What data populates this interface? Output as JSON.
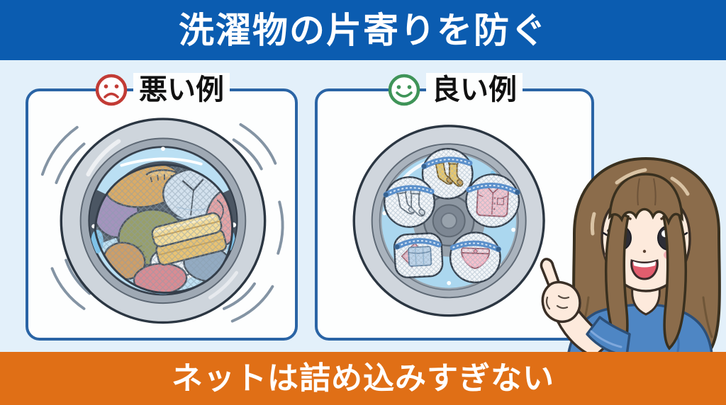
{
  "header": {
    "title": "洗濯物の片寄りを防ぐ"
  },
  "panels": {
    "bad": {
      "label": "悪い例",
      "icon": "sad-face-icon"
    },
    "good": {
      "label": "良い例",
      "icon": "smiley-face-icon"
    }
  },
  "footer": {
    "caption": "ネットは詰め込みすぎない"
  },
  "colors": {
    "page_bg": "#e3f0fa",
    "header_bg": "#0b5cb0",
    "footer_bg": "#e06f16",
    "banner_text": "#ffffff",
    "panel_border": "#2a64a5",
    "heading_text": "#111111",
    "bad_icon": "#c23b35",
    "good_icon": "#3f9458"
  }
}
